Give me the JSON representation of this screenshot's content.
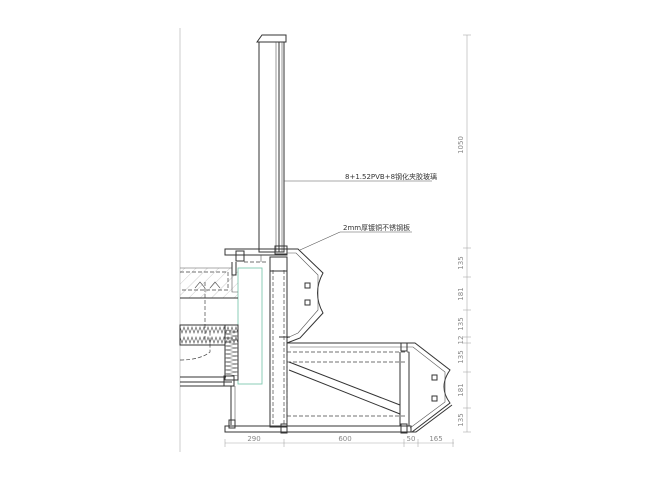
{
  "annotations": {
    "glass": "8+1.52PVB+8钢化夹胶玻璃",
    "plate": "2mm厚镀铜不锈钢板"
  },
  "dimensions": {
    "vertical": [
      "1050",
      "135",
      "181",
      "135",
      "12",
      "135",
      "181",
      "135"
    ],
    "horizontal": [
      "290",
      "600",
      "50",
      "165"
    ]
  }
}
